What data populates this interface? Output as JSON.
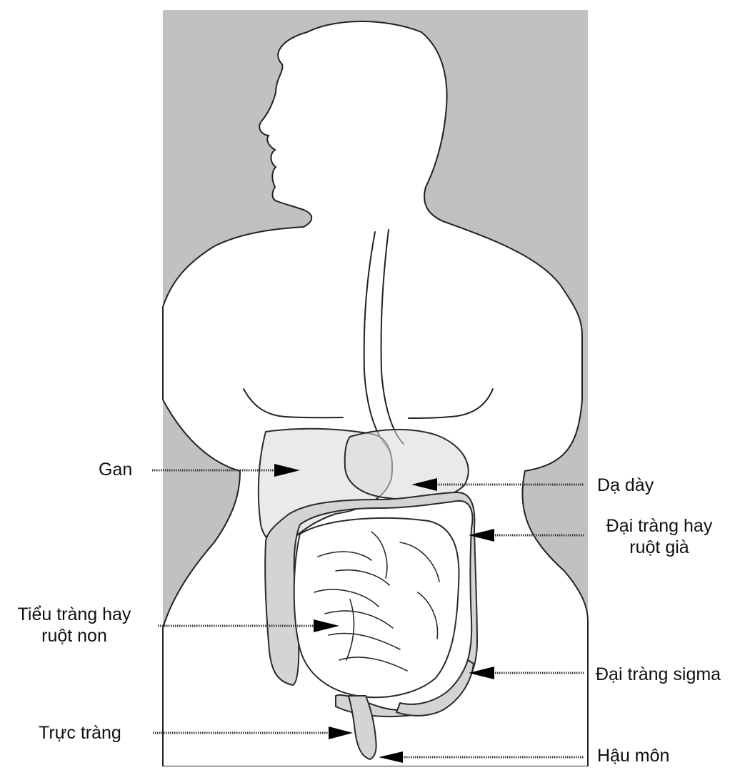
{
  "labels": {
    "liver": "Gan",
    "stomach": "Dạ dày",
    "colon_line1": "Đại tràng hay",
    "colon_line2": "ruột già",
    "small_intestine_line1": "Tiểu tràng hay",
    "small_intestine_line2": "ruột non",
    "sigmoid_colon": "Đại tràng sigma",
    "rectum": "Trực tràng",
    "anus": "Hậu môn"
  },
  "colors": {
    "background_panel": "#c0c1c3",
    "body": "#ffffff",
    "organ_fill": "#d4d4d4",
    "outline": "#222222",
    "arrow": "#000000"
  }
}
